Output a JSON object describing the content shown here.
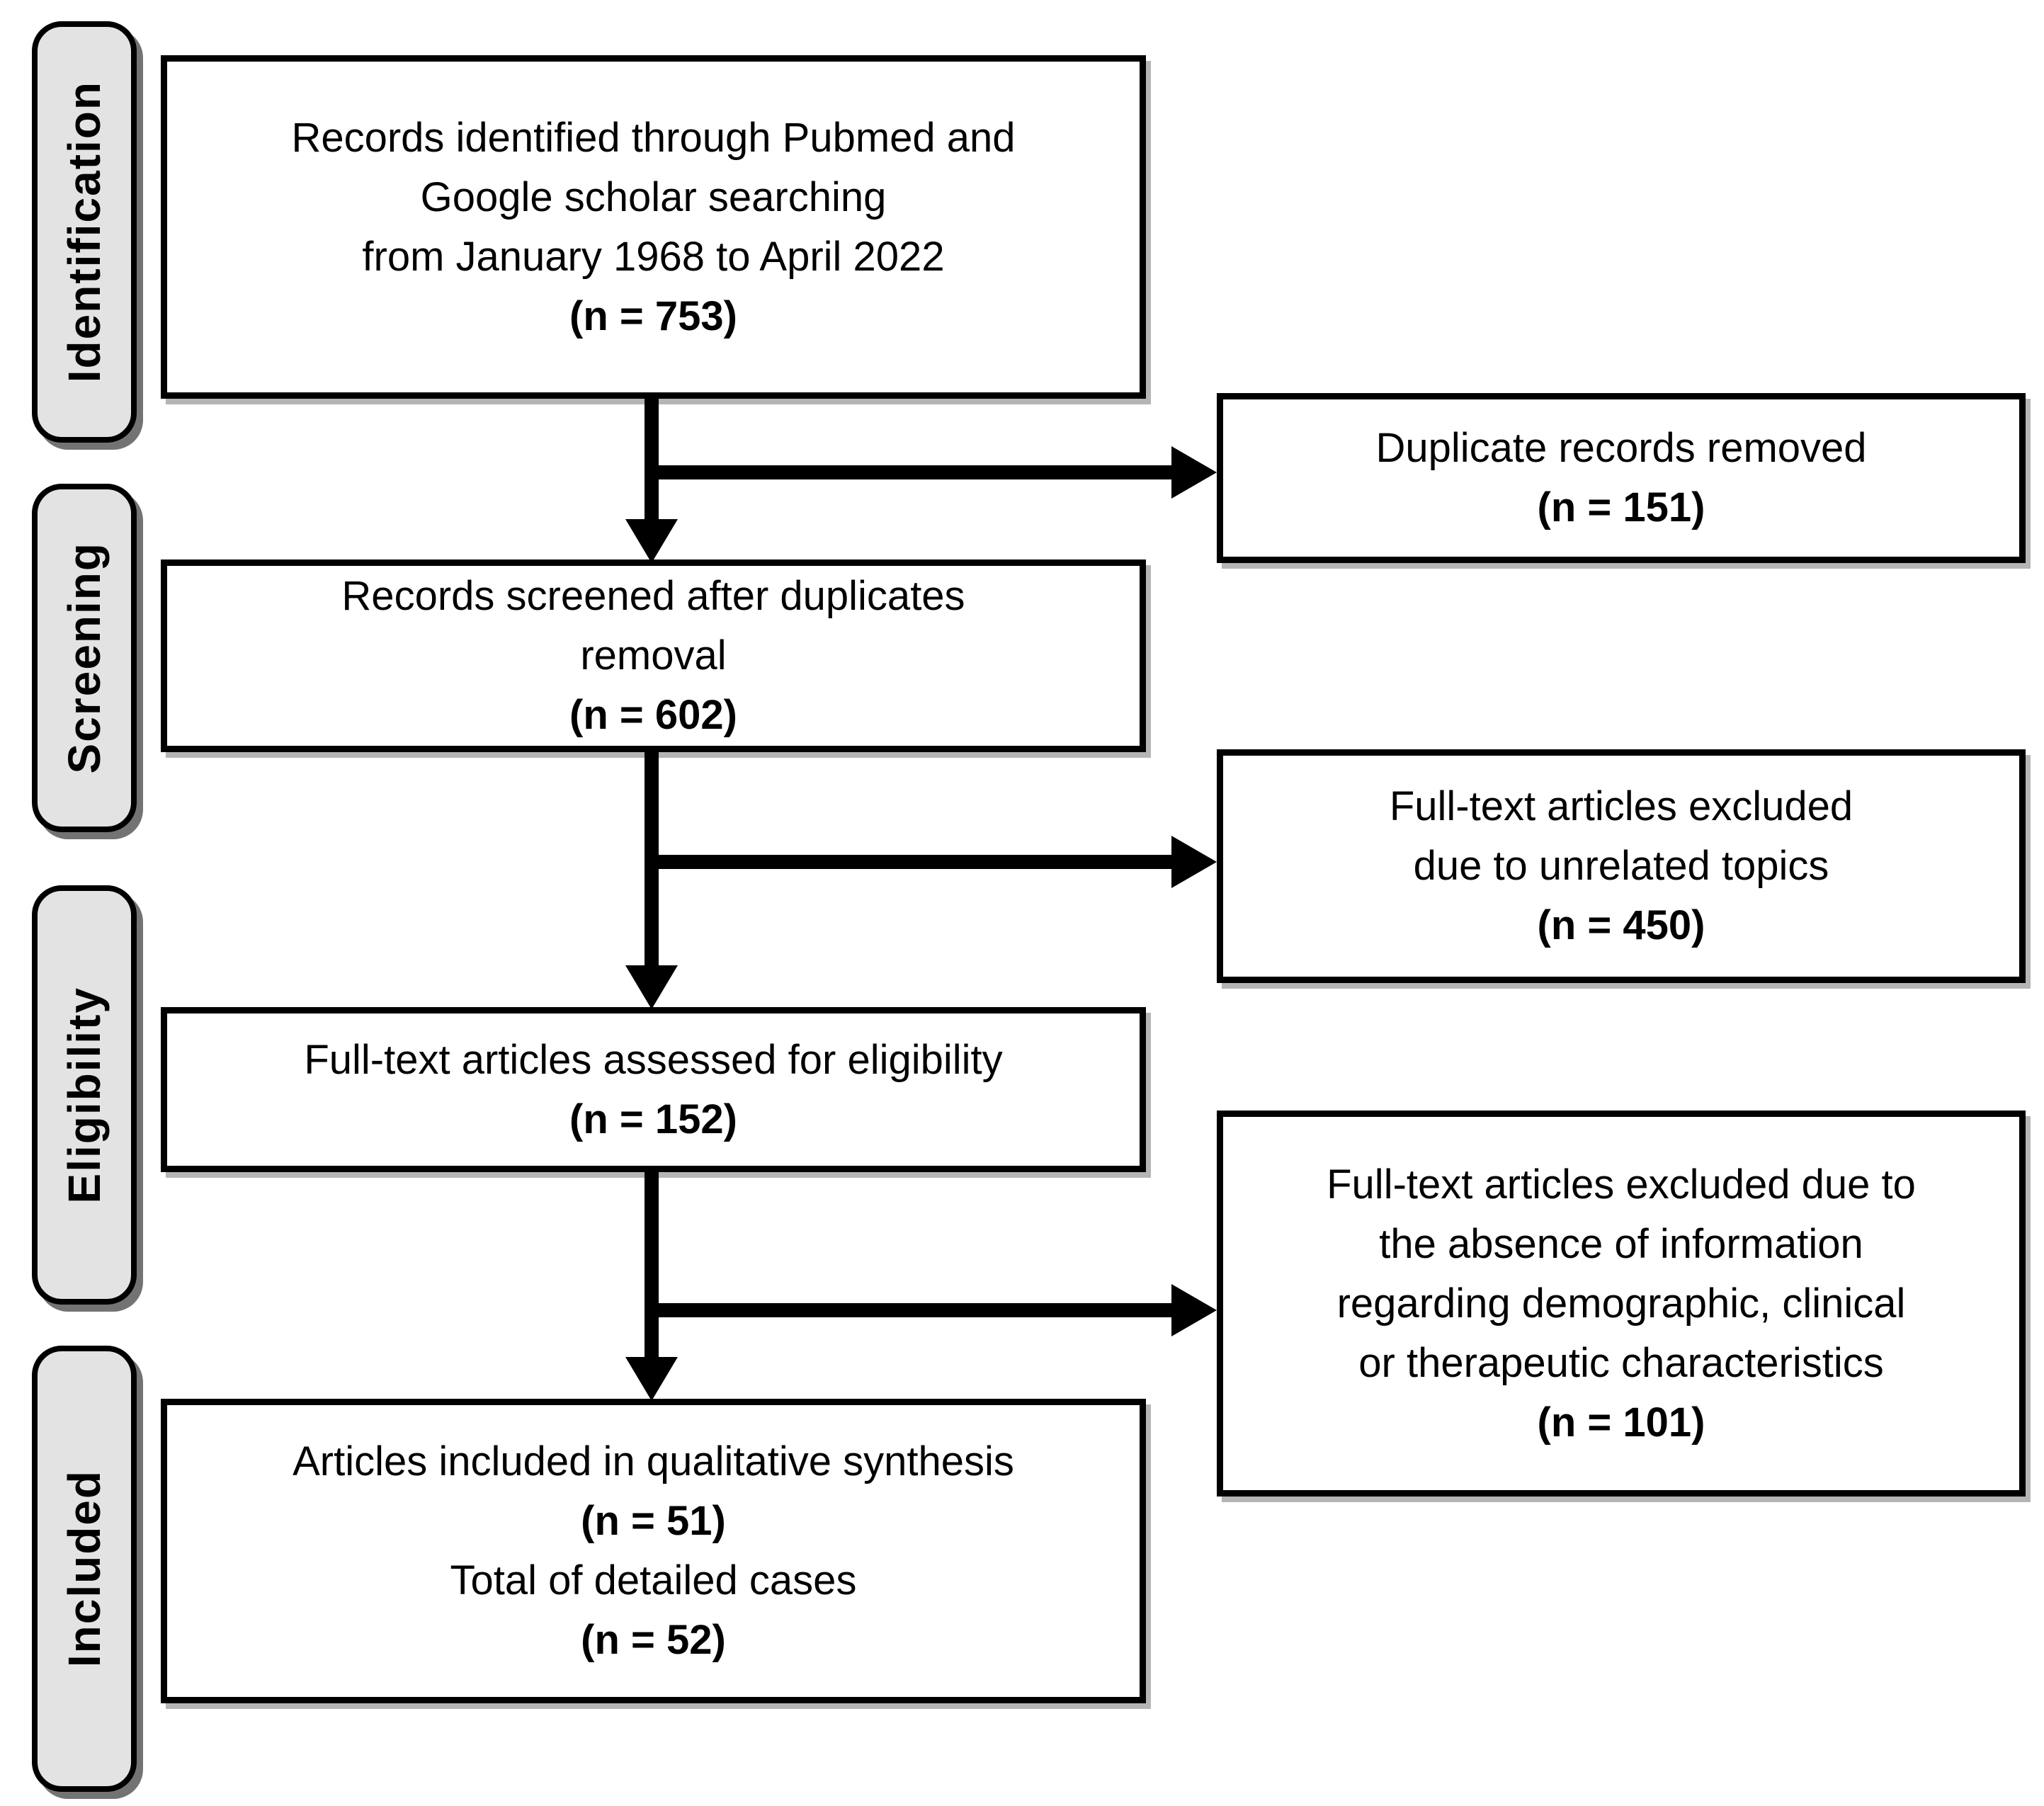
{
  "sidebar": {
    "stages": [
      "Identification",
      "Screening",
      "Eligibility",
      "Included"
    ]
  },
  "flow": {
    "identification_box": {
      "line1": "Records identified through Pubmed and",
      "line2": "Google scholar searching",
      "line3": "from January 1968 to April 2022",
      "count": "(n = 753)"
    },
    "screening_box": {
      "line1": "Records screened after duplicates",
      "line2": "removal",
      "count": "(n = 602)"
    },
    "eligibility_box": {
      "line1": "Full-text articles assessed for eligibility",
      "count": "(n = 152)"
    },
    "included_box": {
      "line1": "Articles included in qualitative synthesis",
      "count1": "(n = 51)",
      "line2": "Total of detailed cases",
      "count2": "(n = 52)"
    }
  },
  "exclusions": {
    "duplicates_box": {
      "line1": "Duplicate records removed",
      "count": "(n = 151)"
    },
    "unrelated_box": {
      "line1": "Full-text articles excluded",
      "line2": "due to unrelated topics",
      "count": "(n = 450)"
    },
    "missing_info_box": {
      "line1": "Full-text articles excluded due to",
      "line2": "the absence of information",
      "line3": "regarding demographic, clinical",
      "line4": "or therapeutic characteristics",
      "count": "(n = 101)"
    }
  },
  "colors": {
    "background": "#ffffff",
    "box_fill": "#ffffff",
    "stage_fill": "#e3e3e3",
    "border": "#000000"
  }
}
